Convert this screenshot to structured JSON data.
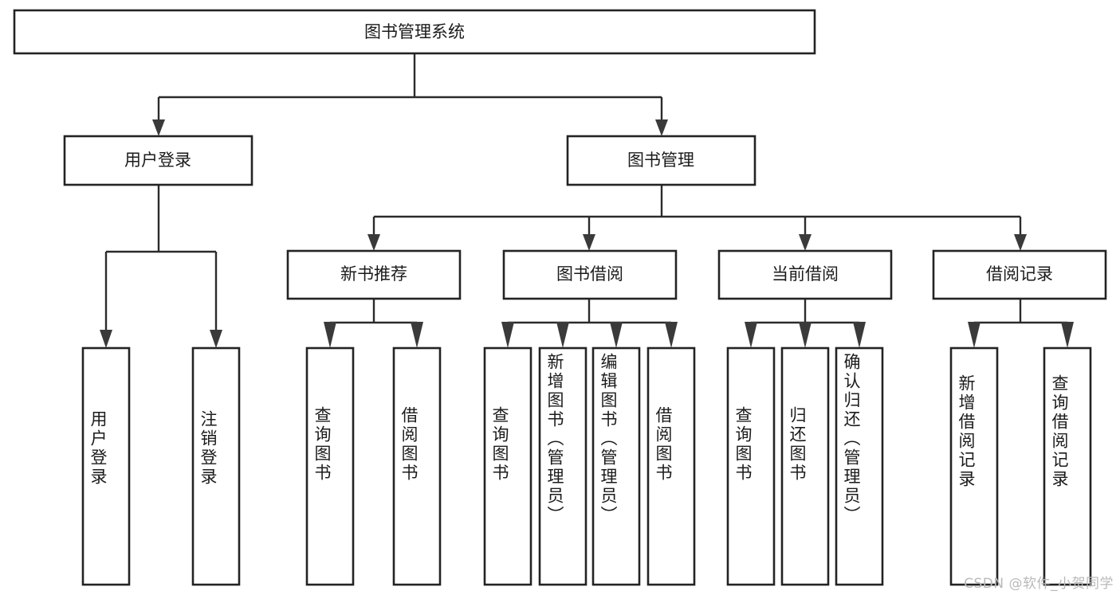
{
  "diagram": {
    "title": "图书管理系统",
    "type": "tree-hierarchy",
    "root": {
      "id": "root",
      "label": "图书管理系统"
    },
    "level2": [
      {
        "id": "user-login",
        "label": "用户登录"
      },
      {
        "id": "book-manage",
        "label": "图书管理"
      }
    ],
    "level3": [
      {
        "id": "new-book-recommend",
        "label": "新书推荐",
        "parent": "book-manage"
      },
      {
        "id": "book-borrow",
        "label": "图书借阅",
        "parent": "book-manage"
      },
      {
        "id": "current-borrow",
        "label": "当前借阅",
        "parent": "book-manage"
      },
      {
        "id": "borrow-record",
        "label": "借阅记录",
        "parent": "book-manage"
      }
    ],
    "leaves": [
      {
        "id": "leaf-user-login",
        "label": "用户登录",
        "parent": "user-login"
      },
      {
        "id": "leaf-logout-login",
        "label": "注销登录",
        "parent": "user-login"
      },
      {
        "id": "leaf-query-book-1",
        "label": "查询图书",
        "parent": "new-book-recommend"
      },
      {
        "id": "leaf-borrow-book-1",
        "label": "借阅图书",
        "parent": "new-book-recommend"
      },
      {
        "id": "leaf-query-book-2",
        "label": "查询图书",
        "parent": "book-borrow"
      },
      {
        "id": "leaf-add-book",
        "label": "新增图书（管理员）",
        "parent": "book-borrow"
      },
      {
        "id": "leaf-edit-book",
        "label": "编辑图书（管理员）",
        "parent": "book-borrow"
      },
      {
        "id": "leaf-borrow-book-2",
        "label": "借阅图书",
        "parent": "book-borrow"
      },
      {
        "id": "leaf-query-book-3",
        "label": "查询图书",
        "parent": "current-borrow"
      },
      {
        "id": "leaf-return-book",
        "label": "归还图书",
        "parent": "current-borrow"
      },
      {
        "id": "leaf-confirm-return",
        "label": "确认归还（管理员）",
        "parent": "current-borrow"
      },
      {
        "id": "leaf-add-record",
        "label": "新增借阅记录",
        "parent": "borrow-record"
      },
      {
        "id": "leaf-query-record",
        "label": "查询借阅记录",
        "parent": "borrow-record"
      }
    ]
  },
  "watermark": {
    "text": "CSDN @软件_小贺同学"
  },
  "colors": {
    "box_border": "#232323",
    "box_fill": "#ffffff",
    "connector": "#2b2b2b",
    "arrow": "#3a3a3a",
    "text": "#1b1b1b",
    "watermark": "#b9b9b9",
    "background": "#ffffff"
  }
}
